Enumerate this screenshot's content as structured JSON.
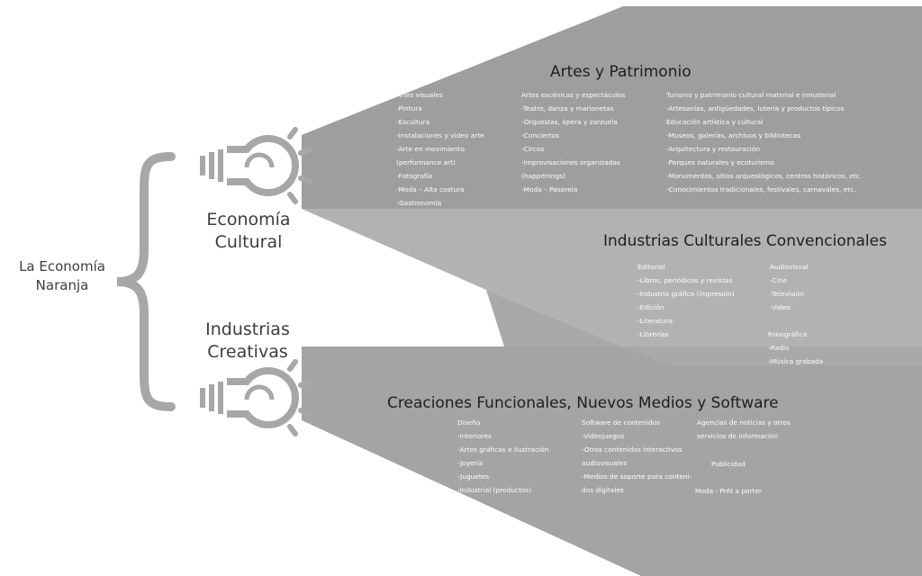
{
  "colors": {
    "beam_top": "#9e9ea1",
    "beam_mid": "#b1b2b4",
    "beam_bottom": "#a4a4a7",
    "brace_and_icons": "#a7a7aa",
    "text_dark": "#3d3d3d"
  },
  "root": {
    "line1": "La Economía",
    "line2": "Naranja"
  },
  "branches": [
    {
      "line1": "Economía",
      "line2": "Cultural",
      "icon": "lightbulb-icon"
    },
    {
      "line1": "Industrias",
      "line2": "Creativas",
      "icon": "lightbulb-icon"
    }
  ],
  "sections": [
    {
      "title": "Artes y Patrimonio",
      "columns": [
        [
          "Artes visuales",
          "-Pintura",
          "-Escultura",
          "-Instalaciones y video arte",
          "-Arte en movimiento",
          "(performance art)",
          "-Fotografía",
          "-Moda – Alta costura",
          "-Gastronomía"
        ],
        [
          "Artes escénicas y espectáculos",
          "-Teatro, danza y marionetas",
          "-Orquestas, ópera y zarzuela",
          "-Conciertos",
          "-Circos",
          "-Improvisaciones organizadas",
          "(happenings)",
          "-Moda – Pasarela"
        ],
        [
          "Turismo y patrimonio cultural material e inmaterial",
          "-Artesanías, antigüedades, lutería y productos típicos",
          "Educación artística y cultural",
          "-Museos, galerías, archivos y bibliotecas",
          "-Arquitectura y restauración",
          "-Parques naturales y ecoturismo",
          "-Monumentos, sitios arqueológicos, centros históricos, etc.",
          "-Conocimientos tradicionales, festivales, carnavales, etc."
        ]
      ]
    },
    {
      "title": "Industrias Culturales Convencionales",
      "columns": [
        [
          "Editorial",
          "-Libros, periódicos y revistas",
          "-Industria gráfica (impresión)",
          "-Edición",
          "-Literatura",
          "-Librerías"
        ],
        [
          "Audiovisual",
          "-Cine",
          "-Televisión",
          "-Video"
        ],
        [
          "Fonográfica",
          "-Radio",
          "-Música grabada"
        ]
      ]
    },
    {
      "title": "Creaciones Funcionales, Nuevos Medios y Software",
      "columns": [
        [
          "Diseño",
          "-Interiores",
          "-Artes gráficas e ilustración",
          "-Joyería",
          "-Juguetes",
          "-Industrial (productos)"
        ],
        [
          "Software de contenidos",
          "-Videojuegos",
          "-Otros contenidos interactivos",
          "audiovisuales",
          "-Medios de soporte para conteni-",
          "dos digitales"
        ],
        [
          "Agencias de noticias y otros",
          "servicios de información"
        ],
        [
          "Publicidad"
        ],
        [
          "Moda - Prêt a porter"
        ]
      ]
    }
  ]
}
